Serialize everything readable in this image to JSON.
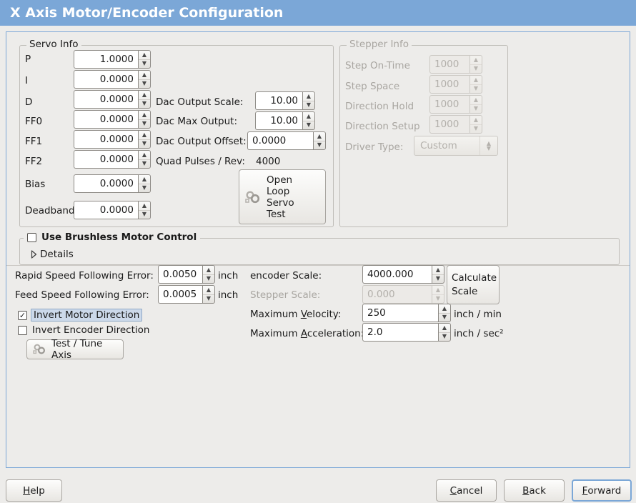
{
  "window": {
    "title": "X Axis Motor/Encoder Configuration"
  },
  "servo": {
    "legend": "Servo Info",
    "rows": [
      {
        "label": "P",
        "value": "1.0000"
      },
      {
        "label": "I",
        "value": "0.0000"
      },
      {
        "label": "D",
        "value": "0.0000"
      },
      {
        "label": "FF0",
        "value": "0.0000"
      },
      {
        "label": "FF1",
        "value": "0.0000"
      },
      {
        "label": "FF2",
        "value": "0.0000"
      },
      {
        "label": "Bias",
        "value": "0.0000"
      },
      {
        "label": "Deadband",
        "value": "0.0000"
      }
    ],
    "dac": [
      {
        "label": "Dac Output Scale:",
        "value": "10.00"
      },
      {
        "label": "Dac Max Output:",
        "value": "10.00"
      },
      {
        "label": "Dac Output Offset:",
        "value": "0.0000"
      }
    ],
    "quad_label": "Quad Pulses / Rev:",
    "quad_value": "4000",
    "open_loop_button": [
      "Open",
      "Loop",
      "Servo",
      "Test"
    ]
  },
  "stepper": {
    "legend": "Stepper Info",
    "enabled": false,
    "rows": [
      {
        "label": "Step On-Time",
        "value": "1000"
      },
      {
        "label": "Step Space",
        "value": "1000"
      },
      {
        "label": "Direction Hold",
        "value": "1000"
      },
      {
        "label": "Direction Setup",
        "value": "1000"
      }
    ],
    "driver_label": "Driver Type:",
    "driver_value": "Custom"
  },
  "brushless": {
    "checkbox_label": "Use Brushless Motor Control",
    "checked": false,
    "details_label": "Details",
    "expanded": false
  },
  "tuning": {
    "rapid_label": "Rapid Speed Following Error:",
    "rapid_value": "0.0050",
    "rapid_unit": "inch",
    "feed_label": "Feed Speed Following Error:",
    "feed_value": "0.0005",
    "feed_unit": "inch",
    "invert_motor": {
      "label": "Invert Motor Direction",
      "checked": true,
      "focused": true
    },
    "invert_encoder": {
      "label": "Invert Encoder Direction",
      "checked": false,
      "focused": false
    },
    "test_tune_button": "Test / Tune Axis"
  },
  "scales": {
    "encoder_label": "encoder Scale:",
    "encoder_value": "4000.000",
    "stepper_label": "Stepper Scale:",
    "stepper_value": "0.000",
    "stepper_enabled": false,
    "calculate_button": [
      "Calculate",
      "Scale"
    ],
    "max_velocity_label_pre": "Maximum ",
    "max_velocity_label_key": "V",
    "max_velocity_label_post": "elocity:",
    "max_velocity_value": "250",
    "max_velocity_unit": "inch / min",
    "max_accel_label_pre": "Maximum ",
    "max_accel_label_key": "A",
    "max_accel_label_post": "cceleration:",
    "max_accel_value": "2.0",
    "max_accel_unit": "inch / sec²"
  },
  "footer": {
    "help": {
      "pre": "",
      "key": "H",
      "post": "elp"
    },
    "cancel": {
      "pre": "",
      "key": "C",
      "post": "ancel"
    },
    "back": {
      "pre": "",
      "key": "B",
      "post": "ack"
    },
    "forward": {
      "pre": "",
      "key": "F",
      "post": "orward"
    }
  },
  "colors": {
    "title_bar": "#7ba7d7",
    "window_bg": "#edecea",
    "focus_highlight": "#ccd9ea",
    "disabled_text": "#a9a6a1"
  }
}
